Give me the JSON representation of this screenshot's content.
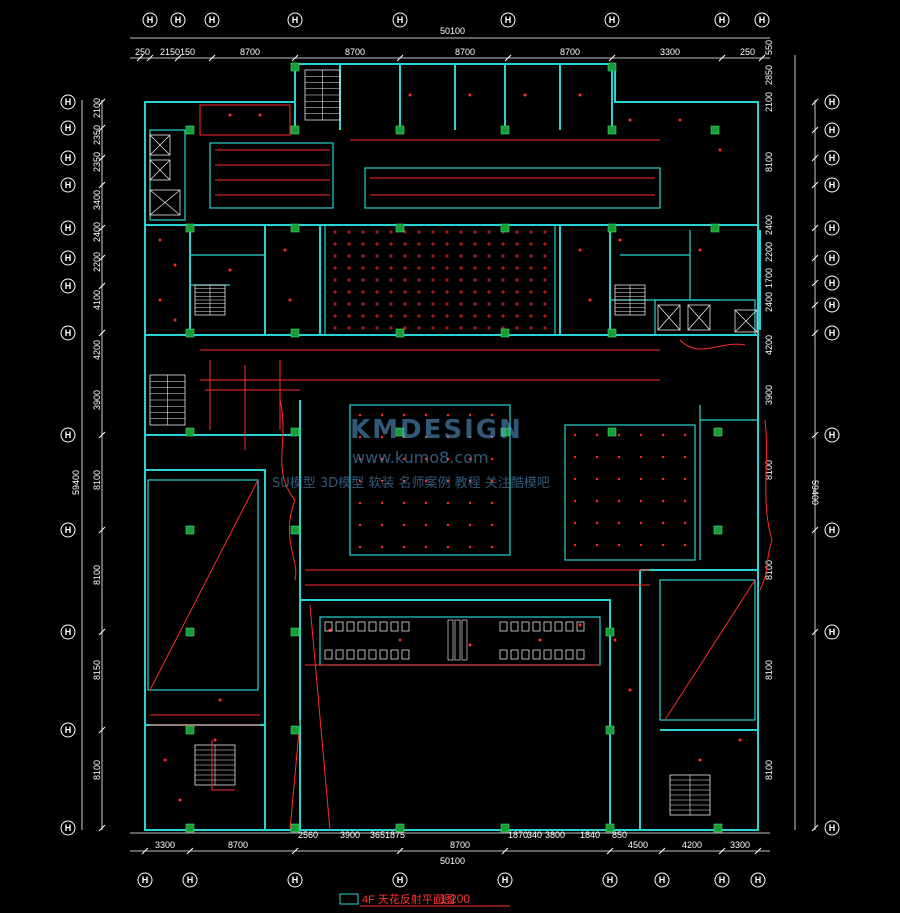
{
  "drawing": {
    "title": "4F 天花反射平面图",
    "scale": "1:200",
    "total_width": "50100",
    "total_height": "59400"
  },
  "watermark": {
    "brand": "KMDESIGN",
    "url": "www.kumo8.com",
    "tagline": "SU模型 3D模型 软装 名师案例 教程 关注酷模吧"
  },
  "dims_top": [
    "250",
    "2150",
    "150",
    "8700",
    "8700",
    "8700",
    "8700",
    "3300",
    "250"
  ],
  "dims_bottom": [
    "3300",
    "8700",
    "2560",
    "3900",
    "365",
    "1875",
    "8700",
    "1870",
    "340",
    "3800",
    "1840",
    "850",
    "4500",
    "4200",
    "3300"
  ],
  "dims_left": [
    "2100",
    "2350",
    "2350",
    "3400",
    "2400",
    "2200",
    "4100",
    "4200",
    "3900",
    "8100",
    "8100",
    "8150",
    "8100"
  ],
  "dims_right": [
    "550",
    "2850",
    "2100",
    "8100",
    "2400",
    "2200",
    "1700",
    "2400",
    "4200",
    "3900",
    "8100",
    "8100",
    "8100",
    "8100"
  ],
  "axis_top": [
    "H",
    "H",
    "H",
    "H",
    "H",
    "H",
    "H",
    "H",
    "H"
  ],
  "axis_bottom": [
    "H",
    "H",
    "H",
    "H",
    "H",
    "H",
    "H",
    "H",
    "H"
  ],
  "axis_left": [
    "H",
    "H",
    "H",
    "H",
    "H",
    "H",
    "H",
    "H",
    "H",
    "H",
    "H",
    "H",
    "H"
  ],
  "axis_right": [
    "H",
    "H",
    "H",
    "H",
    "H",
    "H",
    "H",
    "H",
    "H",
    "H",
    "H",
    "H",
    "H"
  ],
  "colors": {
    "wall": "#27d3d3",
    "ceiling": "#ff2a2a",
    "column": "#1a9b3a",
    "white": "#ffffff",
    "stair": "#e8e8e8"
  }
}
